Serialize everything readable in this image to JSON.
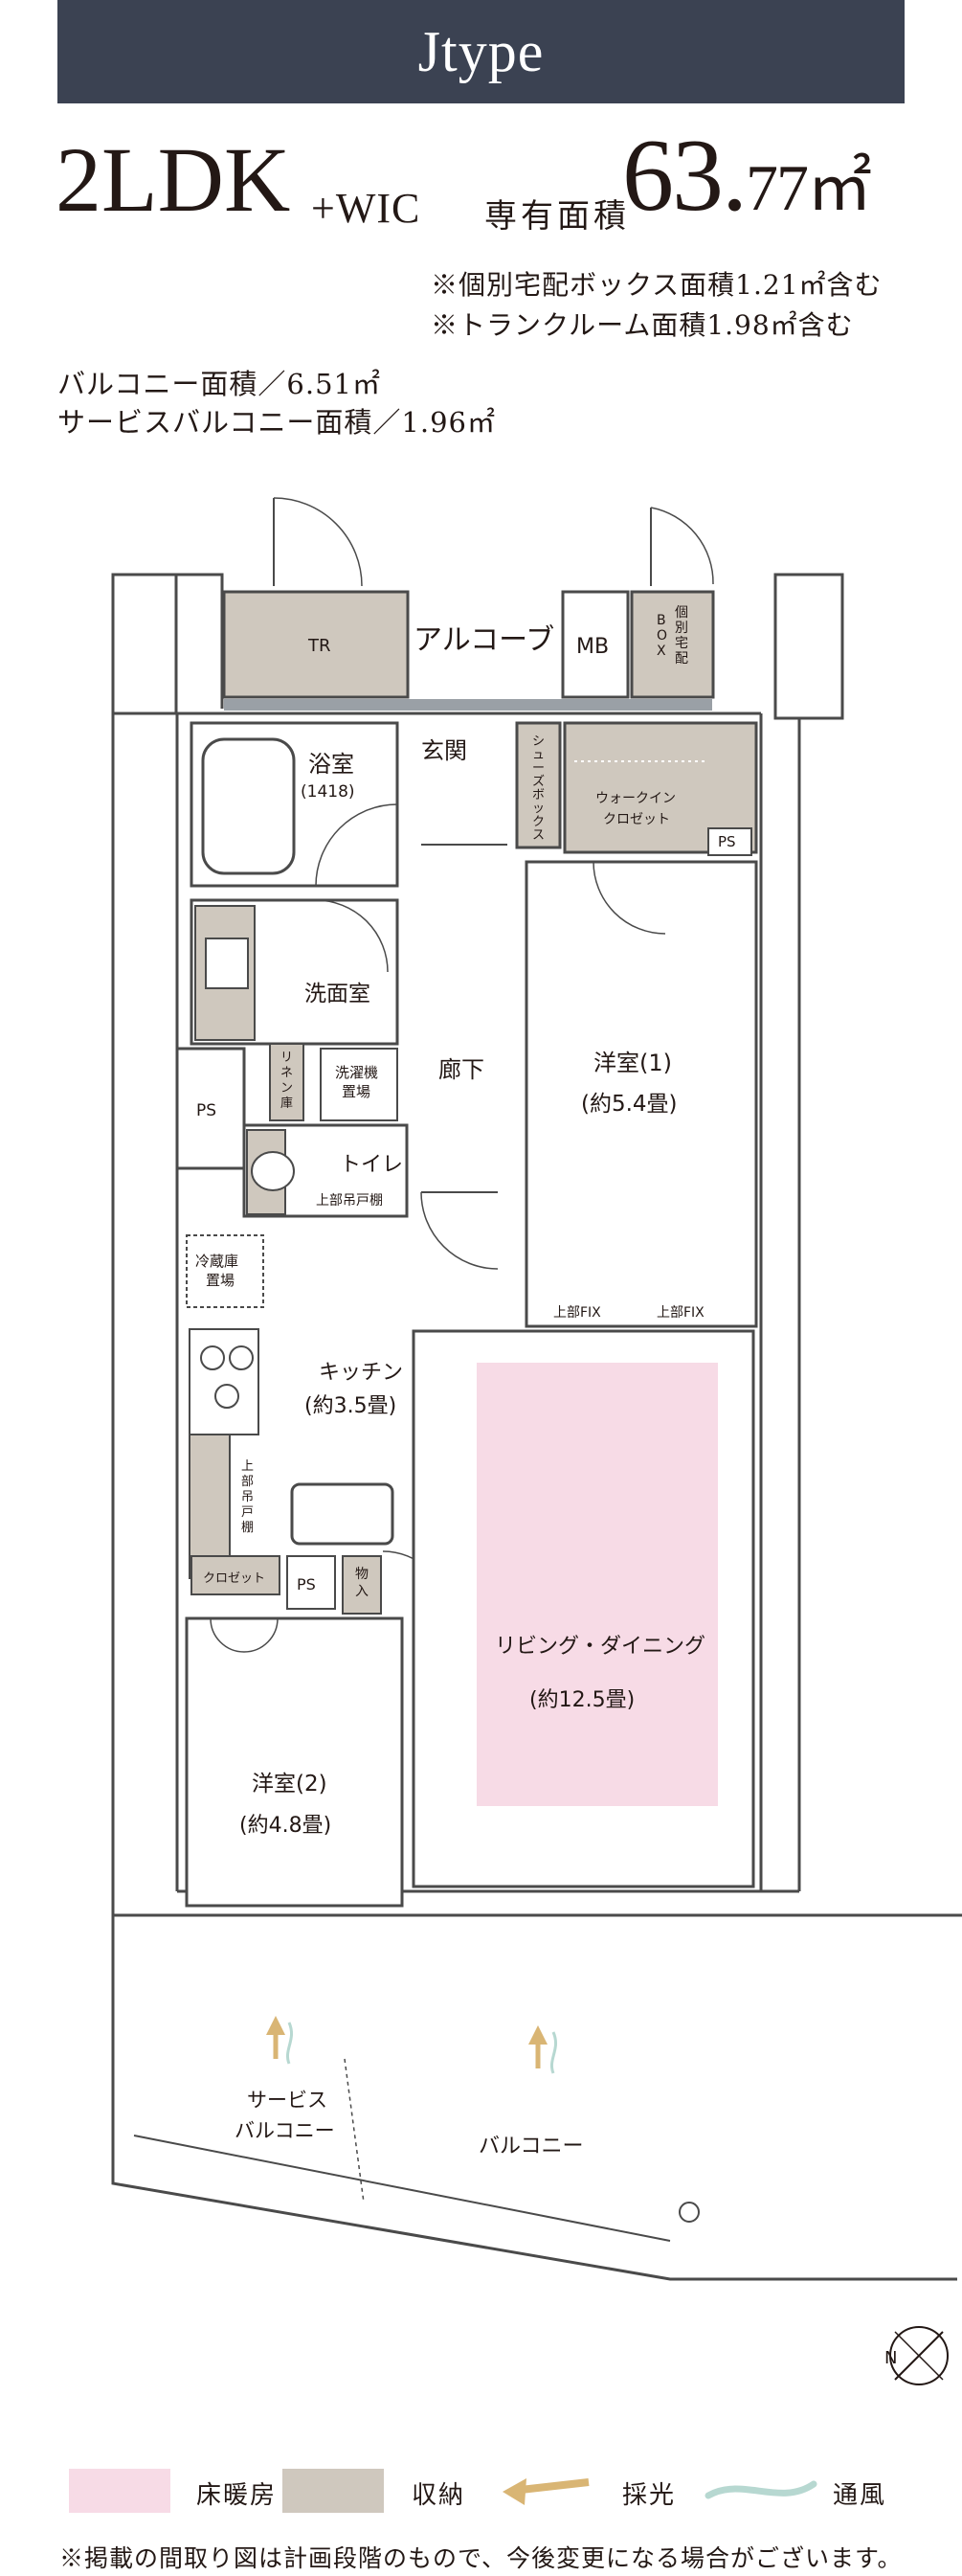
{
  "header": {
    "type_title": "Jtype",
    "layout": "2LDK",
    "layout_suffix": "+WIC",
    "area_label": "専有面積",
    "area_int": "63.",
    "area_dec": "77㎡",
    "notes": [
      "※個別宅配ボックス面積1.21㎡含む",
      "※トランクルーム面積1.98㎡含む"
    ],
    "balcony_area": "バルコニー面積／6.51㎡",
    "service_balcony_area": "サービスバルコニー面積／1.96㎡"
  },
  "rooms": {
    "tr": "TR",
    "alcove": "アルコーブ",
    "mb": "MB",
    "delivery_box_1": "個",
    "delivery_box_2": "別",
    "delivery_box_3": "宅",
    "delivery_box_4": "配",
    "delivery_box_5": "B",
    "delivery_box_6": "O",
    "delivery_box_7": "X",
    "entrance": "玄関",
    "shoes_1": "シ",
    "shoes_2": "ュ",
    "shoes_3": "ー",
    "shoes_4": "ズ",
    "shoes_5": "ボ",
    "shoes_6": "ッ",
    "shoes_7": "ク",
    "shoes_8": "ス",
    "wic_1": "ウォークイン",
    "wic_2": "クロゼット",
    "ps_top": "PS",
    "bath": "浴室",
    "bath_size": "(1418)",
    "washroom": "洗面室",
    "linen_1": "リ",
    "linen_2": "ネ",
    "linen_3": "ン",
    "linen_4": "庫",
    "washer_1": "洗濯機",
    "washer_2": "置場",
    "hallway": "廊下",
    "bedroom1": "洋室(1)",
    "bedroom1_size": "(約5.4畳)",
    "ps_left": "PS",
    "toilet": "トイレ",
    "toilet_shelf": "上部吊戸棚",
    "fridge_1": "冷蔵庫",
    "fridge_2": "置場",
    "kitchen": "キッチン",
    "kitchen_size": "(約3.5畳)",
    "fix_left": "上部FIX",
    "fix_right": "上部FIX",
    "kitchen_shelf_1": "上",
    "kitchen_shelf_2": "部",
    "kitchen_shelf_3": "吊",
    "kitchen_shelf_4": "戸",
    "kitchen_shelf_5": "棚",
    "closet": "クロゼット",
    "ps_mid": "PS",
    "storage_1": "物",
    "storage_2": "入",
    "living": "リビング・ダイニング",
    "living_size": "(約12.5畳)",
    "bedroom2": "洋室(2)",
    "bedroom2_size": "(約4.8畳)",
    "service_balcony_1": "サービス",
    "service_balcony_2": "バルコニー",
    "balcony": "バルコニー",
    "compass": "N"
  },
  "legend": [
    {
      "label": "床暖房",
      "color": "#f7dbe6"
    },
    {
      "label": "収納",
      "color": "#cfc8be"
    },
    {
      "label": "採光",
      "color": "#d9b574"
    },
    {
      "label": "通風",
      "color": "#b7d8d1"
    }
  ],
  "disclaimer": "※掲載の間取り図は計画段階のもので、今後変更になる場合がございます。"
}
